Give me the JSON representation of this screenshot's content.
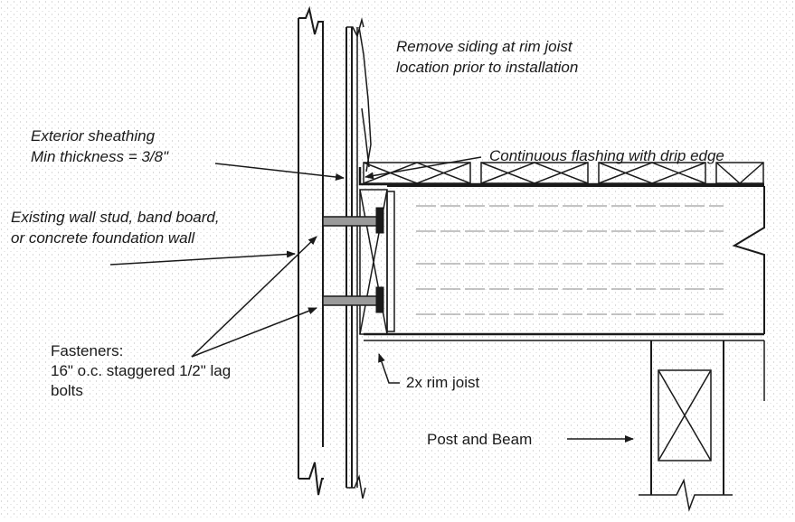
{
  "labels": {
    "remove_siding_1": "Remove siding at rim joist",
    "remove_siding_2": "location prior to installation",
    "flashing": "Continuous flashing with drip edge",
    "sheathing_1": "Exterior sheathing",
    "sheathing_2": "Min thickness = 3/8\"",
    "stud_1": "Existing wall stud, band board,",
    "stud_2": "or concrete foundation wall",
    "fasteners_1": "Fasteners:",
    "fasteners_2": "16\" o.c. staggered 1/2\" lag",
    "fasteners_3": "bolts",
    "rim_joist": "2x rim joist",
    "post_beam": "Post and Beam"
  },
  "colors": {
    "ink": "#1a1a1a",
    "paper": "#ffffff",
    "stipple": "#b8b8b8"
  }
}
